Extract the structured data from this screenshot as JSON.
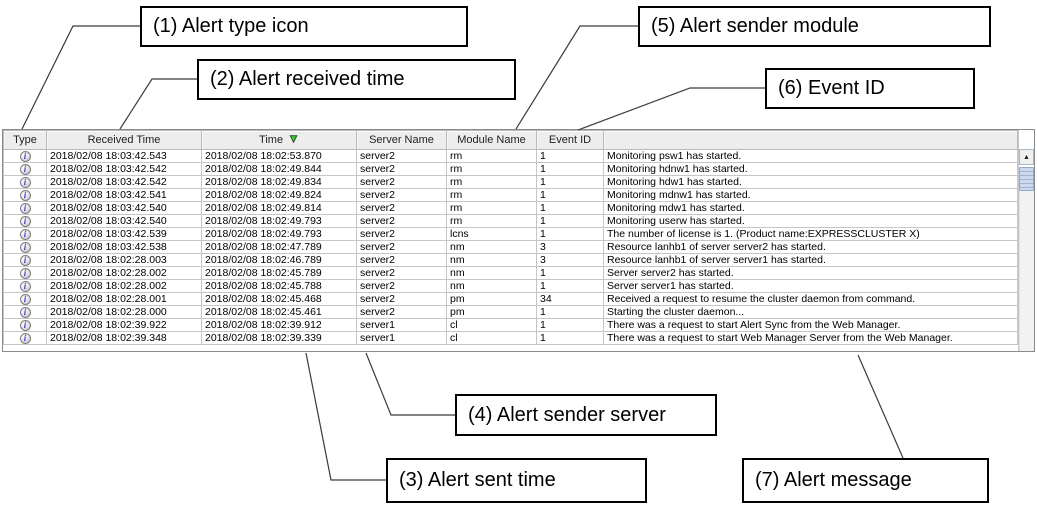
{
  "callouts": {
    "c1": "(1) Alert type icon",
    "c2": "(2) Alert received time",
    "c3": "(3) Alert sent time",
    "c4": "(4) Alert sender server",
    "c5": "(5) Alert sender module",
    "c6": "(6) Event ID",
    "c7": "(7) Alert message"
  },
  "table": {
    "headers": [
      "Type",
      "Received Time",
      "Time",
      "Server Name",
      "Module Name",
      "Event ID",
      ""
    ],
    "sort": {
      "column": "Time",
      "direction": "descending"
    },
    "rows": [
      {
        "type": "info",
        "received": "2018/02/08 18:03:42.543",
        "time": "2018/02/08 18:02:53.870",
        "server": "server2",
        "module": "rm",
        "event_id": "1",
        "message": "Monitoring psw1 has started."
      },
      {
        "type": "info",
        "received": "2018/02/08 18:03:42.542",
        "time": "2018/02/08 18:02:49.844",
        "server": "server2",
        "module": "rm",
        "event_id": "1",
        "message": "Monitoring hdnw1 has started."
      },
      {
        "type": "info",
        "received": "2018/02/08 18:03:42.542",
        "time": "2018/02/08 18:02:49.834",
        "server": "server2",
        "module": "rm",
        "event_id": "1",
        "message": "Monitoring hdw1 has started."
      },
      {
        "type": "info",
        "received": "2018/02/08 18:03:42.541",
        "time": "2018/02/08 18:02:49.824",
        "server": "server2",
        "module": "rm",
        "event_id": "1",
        "message": "Monitoring mdnw1 has started."
      },
      {
        "type": "info",
        "received": "2018/02/08 18:03:42.540",
        "time": "2018/02/08 18:02:49.814",
        "server": "server2",
        "module": "rm",
        "event_id": "1",
        "message": "Monitoring mdw1 has started."
      },
      {
        "type": "info",
        "received": "2018/02/08 18:03:42.540",
        "time": "2018/02/08 18:02:49.793",
        "server": "server2",
        "module": "rm",
        "event_id": "1",
        "message": "Monitoring userw has started."
      },
      {
        "type": "info",
        "received": "2018/02/08 18:03:42.539",
        "time": "2018/02/08 18:02:49.793",
        "server": "server2",
        "module": "lcns",
        "event_id": "1",
        "message": "The number of license is 1. (Product name:EXPRESSCLUSTER X)"
      },
      {
        "type": "info",
        "received": "2018/02/08 18:03:42.538",
        "time": "2018/02/08 18:02:47.789",
        "server": "server2",
        "module": "nm",
        "event_id": "3",
        "message": "Resource lanhb1 of server server2 has started."
      },
      {
        "type": "info",
        "received": "2018/02/08 18:02:28.003",
        "time": "2018/02/08 18:02:46.789",
        "server": "server2",
        "module": "nm",
        "event_id": "3",
        "message": "Resource lanhb1 of server server1 has started."
      },
      {
        "type": "info",
        "received": "2018/02/08 18:02:28.002",
        "time": "2018/02/08 18:02:45.789",
        "server": "server2",
        "module": "nm",
        "event_id": "1",
        "message": "Server server2 has started."
      },
      {
        "type": "info",
        "received": "2018/02/08 18:02:28.002",
        "time": "2018/02/08 18:02:45.788",
        "server": "server2",
        "module": "nm",
        "event_id": "1",
        "message": "Server server1 has started."
      },
      {
        "type": "info",
        "received": "2018/02/08 18:02:28.001",
        "time": "2018/02/08 18:02:45.468",
        "server": "server2",
        "module": "pm",
        "event_id": "34",
        "message": "Received a request to resume the cluster daemon from command."
      },
      {
        "type": "info",
        "received": "2018/02/08 18:02:28.000",
        "time": "2018/02/08 18:02:45.461",
        "server": "server2",
        "module": "pm",
        "event_id": "1",
        "message": "Starting the cluster daemon..."
      },
      {
        "type": "info",
        "received": "2018/02/08 18:02:39.922",
        "time": "2018/02/08 18:02:39.912",
        "server": "server1",
        "module": "cl",
        "event_id": "1",
        "message": "There was a request to start Alert Sync from the Web Manager."
      },
      {
        "type": "info",
        "received": "2018/02/08 18:02:39.348",
        "time": "2018/02/08 18:02:39.339",
        "server": "server1",
        "module": "cl",
        "event_id": "1",
        "message": "There was a request to start Web Manager Server from the Web Manager."
      }
    ]
  },
  "icons": {
    "info_glyph": "i",
    "sort_glyph": "▼",
    "scroll_up_glyph": "▲"
  },
  "colors": {
    "sort_arrow_green": "#3fd23f",
    "info_icon_blue": "#3b3bd8",
    "scrollbar_thumb": "#cdd9ee",
    "grid_line": "#c6c6c6",
    "header_bg": "#ededed",
    "callout_border": "#000000"
  }
}
